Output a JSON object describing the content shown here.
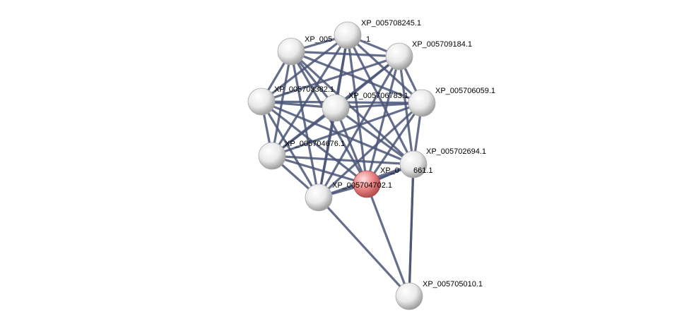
{
  "network": {
    "title": "",
    "nodes": [
      {
        "id": "n_top_left",
        "label": "XP_005",
        "label_tail": ".1",
        "kind": "neighbor"
      },
      {
        "id": "n_245",
        "label": "XP_005708245.1",
        "kind": "neighbor"
      },
      {
        "id": "n_184",
        "label": "XP_005709184.1",
        "kind": "neighbor"
      },
      {
        "id": "n_382",
        "label": "XP_005703382.1",
        "kind": "neighbor"
      },
      {
        "id": "n_783",
        "label": "XP_005706783.1",
        "kind": "neighbor"
      },
      {
        "id": "n_059",
        "label": "XP_005706059.1",
        "kind": "neighbor"
      },
      {
        "id": "n_676",
        "label": "XP_005704676.1",
        "kind": "neighbor"
      },
      {
        "id": "n_694",
        "label": "XP_005702694.1",
        "kind": "neighbor"
      },
      {
        "id": "n_661",
        "label": "XP_0",
        "label_tail": "661.1",
        "kind": "neighbor"
      },
      {
        "id": "n_702",
        "label": "XP_005704702.1",
        "kind": "query"
      },
      {
        "id": "n_bottom",
        "label": "",
        "kind": "neighbor"
      },
      {
        "id": "n_010",
        "label": "XP_005705010.1",
        "kind": "neighbor"
      }
    ],
    "edges": [
      [
        "n_top_left",
        "n_245"
      ],
      [
        "n_top_left",
        "n_184"
      ],
      [
        "n_top_left",
        "n_382"
      ],
      [
        "n_top_left",
        "n_783"
      ],
      [
        "n_top_left",
        "n_059"
      ],
      [
        "n_top_left",
        "n_676"
      ],
      [
        "n_top_left",
        "n_661"
      ],
      [
        "n_top_left",
        "n_702"
      ],
      [
        "n_top_left",
        "n_bottom"
      ],
      [
        "n_245",
        "n_184"
      ],
      [
        "n_245",
        "n_382"
      ],
      [
        "n_245",
        "n_783"
      ],
      [
        "n_245",
        "n_059"
      ],
      [
        "n_245",
        "n_676"
      ],
      [
        "n_245",
        "n_661"
      ],
      [
        "n_245",
        "n_702"
      ],
      [
        "n_245",
        "n_bottom"
      ],
      [
        "n_184",
        "n_382"
      ],
      [
        "n_184",
        "n_783"
      ],
      [
        "n_184",
        "n_059"
      ],
      [
        "n_184",
        "n_676"
      ],
      [
        "n_184",
        "n_661"
      ],
      [
        "n_184",
        "n_702"
      ],
      [
        "n_184",
        "n_bottom"
      ],
      [
        "n_382",
        "n_783"
      ],
      [
        "n_382",
        "n_059"
      ],
      [
        "n_382",
        "n_676"
      ],
      [
        "n_382",
        "n_661"
      ],
      [
        "n_382",
        "n_702"
      ],
      [
        "n_382",
        "n_bottom"
      ],
      [
        "n_783",
        "n_059"
      ],
      [
        "n_783",
        "n_676"
      ],
      [
        "n_783",
        "n_661"
      ],
      [
        "n_783",
        "n_702"
      ],
      [
        "n_783",
        "n_bottom"
      ],
      [
        "n_059",
        "n_676"
      ],
      [
        "n_059",
        "n_661"
      ],
      [
        "n_059",
        "n_702"
      ],
      [
        "n_059",
        "n_bottom"
      ],
      [
        "n_676",
        "n_661"
      ],
      [
        "n_676",
        "n_702"
      ],
      [
        "n_676",
        "n_bottom"
      ],
      [
        "n_661",
        "n_702"
      ],
      [
        "n_661",
        "n_bottom"
      ],
      [
        "n_661",
        "n_010"
      ],
      [
        "n_694",
        "n_702"
      ],
      [
        "n_694",
        "n_010"
      ],
      [
        "n_702",
        "n_bottom"
      ],
      [
        "n_702",
        "n_010"
      ],
      [
        "n_bottom",
        "n_010"
      ]
    ],
    "colors": {
      "edge": "#4a5577",
      "node_fill": "#f2f2f2",
      "node_shade": "#9a9a9a",
      "query_fill": "#f08c8c",
      "query_shade": "#b04848",
      "label": "#000000"
    }
  }
}
